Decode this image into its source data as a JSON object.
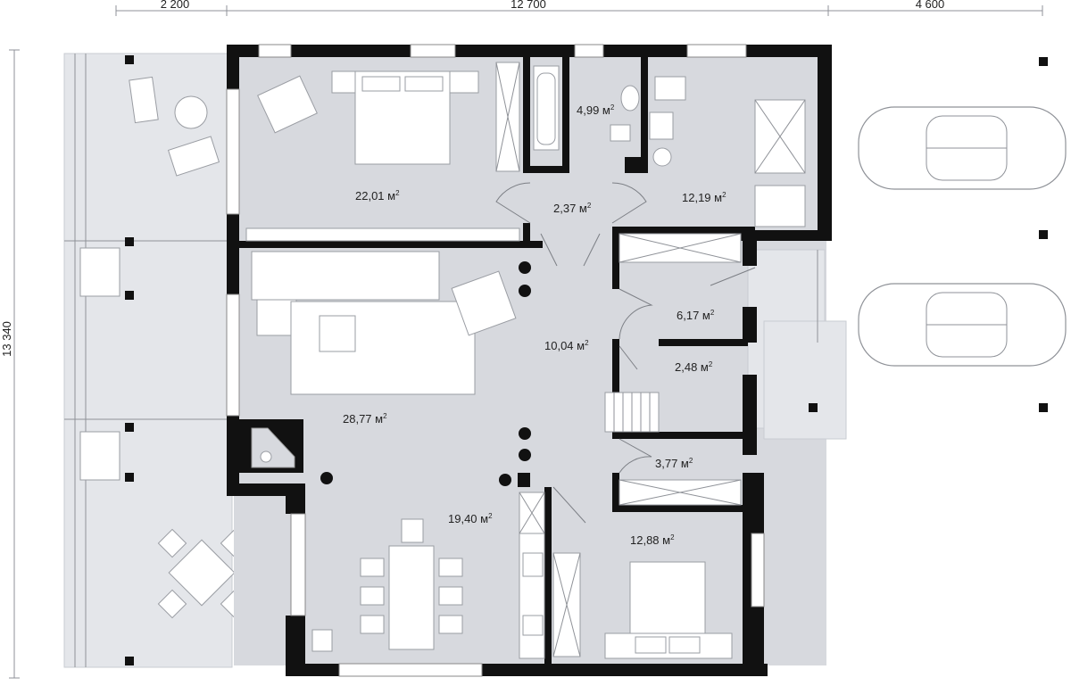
{
  "dimensions": {
    "top": [
      "2 200",
      "12 700",
      "4 600"
    ],
    "left": "13 340"
  },
  "rooms": [
    {
      "id": "bedroom-1",
      "area": "22,01 м",
      "sup": "2"
    },
    {
      "id": "bathroom",
      "area": "4,99 м",
      "sup": "2"
    },
    {
      "id": "corridor-upper",
      "area": "2,37 м",
      "sup": "2"
    },
    {
      "id": "room-right-upper",
      "area": "12,19 м",
      "sup": "2"
    },
    {
      "id": "hall-entry",
      "area": "6,17 м",
      "sup": "2"
    },
    {
      "id": "hall-main",
      "area": "10,04 м",
      "sup": "2"
    },
    {
      "id": "storage",
      "area": "2,48 м",
      "sup": "2"
    },
    {
      "id": "living-room",
      "area": "28,77 м",
      "sup": "2"
    },
    {
      "id": "closet",
      "area": "3,77 м",
      "sup": "2"
    },
    {
      "id": "kitchen-dining",
      "area": "19,40 м",
      "sup": "2"
    },
    {
      "id": "bedroom-2",
      "area": "12,88 м",
      "sup": "2"
    }
  ],
  "colors": {
    "wall": "#111111",
    "floor": "#d7d9de",
    "terrace": "#e4e6ea"
  }
}
